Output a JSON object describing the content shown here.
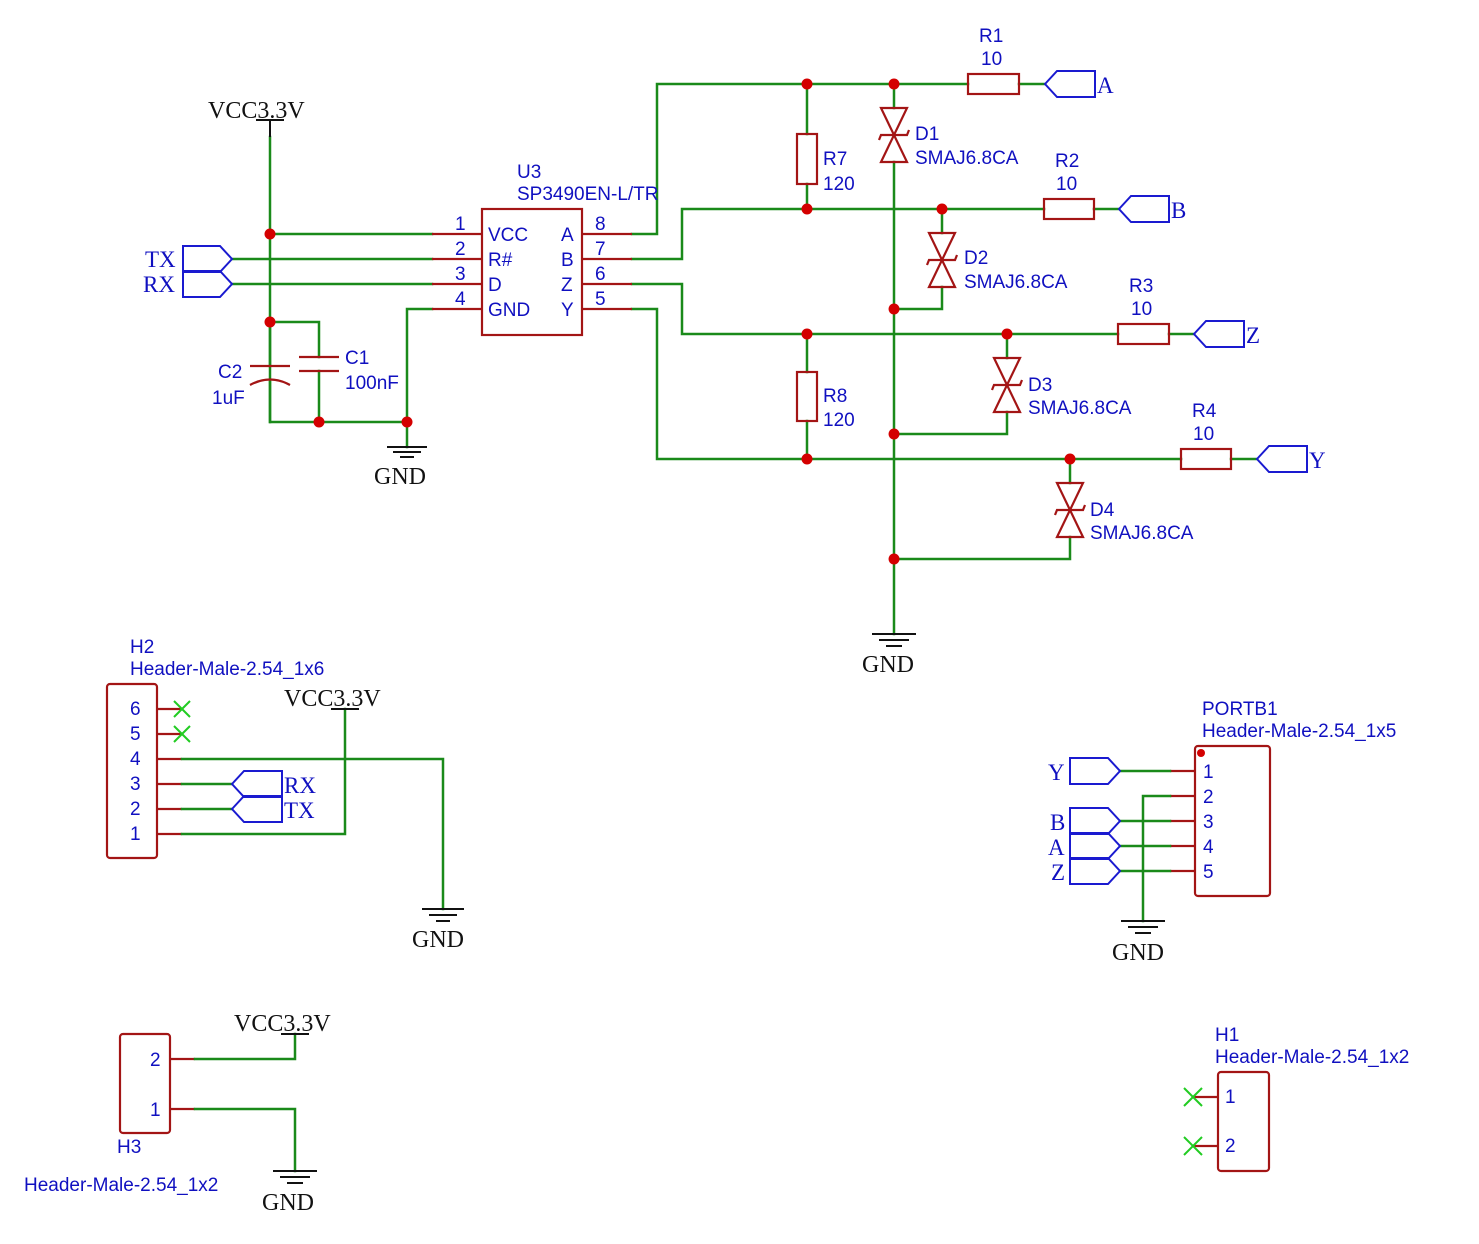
{
  "schematic": {
    "power_labels": {
      "vcc": "VCC3.3V",
      "gnd": "GND"
    },
    "u3": {
      "designator": "U3",
      "part": "SP3490EN-L/TR",
      "left_pins": [
        {
          "num": "1",
          "name": "VCC"
        },
        {
          "num": "2",
          "name": "R#"
        },
        {
          "num": "3",
          "name": "D"
        },
        {
          "num": "4",
          "name": "GND"
        }
      ],
      "right_pins": [
        {
          "num": "8",
          "name": "A"
        },
        {
          "num": "7",
          "name": "B"
        },
        {
          "num": "6",
          "name": "Z"
        },
        {
          "num": "5",
          "name": "Y"
        }
      ]
    },
    "capacitors": {
      "c1": {
        "designator": "C1",
        "value": "100nF"
      },
      "c2": {
        "designator": "C2",
        "value": "1uF"
      }
    },
    "resistors": {
      "r1": {
        "designator": "R1",
        "value": "10"
      },
      "r2": {
        "designator": "R2",
        "value": "10"
      },
      "r3": {
        "designator": "R3",
        "value": "10"
      },
      "r4": {
        "designator": "R4",
        "value": "10"
      },
      "r7": {
        "designator": "R7",
        "value": "120"
      },
      "r8": {
        "designator": "R8",
        "value": "120"
      }
    },
    "diodes": {
      "d1": {
        "designator": "D1",
        "part": "SMAJ6.8CA"
      },
      "d2": {
        "designator": "D2",
        "part": "SMAJ6.8CA"
      },
      "d3": {
        "designator": "D3",
        "part": "SMAJ6.8CA"
      },
      "d4": {
        "designator": "D4",
        "part": "SMAJ6.8CA"
      }
    },
    "net_flags": {
      "tx": "TX",
      "rx": "RX",
      "a": "A",
      "b": "B",
      "z": "Z",
      "y": "Y"
    },
    "h2": {
      "designator": "H2",
      "part": "Header-Male-2.54_1x6",
      "pins": [
        "6",
        "5",
        "4",
        "3",
        "2",
        "1"
      ]
    },
    "h3": {
      "designator": "H3",
      "part": "Header-Male-2.54_1x2",
      "pins": [
        "2",
        "1"
      ]
    },
    "h1": {
      "designator": "H1",
      "part": "Header-Male-2.54_1x2",
      "pins": [
        "1",
        "2"
      ]
    },
    "portb1": {
      "designator": "PORTB1",
      "part": "Header-Male-2.54_1x5",
      "pins": [
        "1",
        "2",
        "3",
        "4",
        "5"
      ]
    },
    "colors": {
      "wire": "#1a8a1a",
      "component": "#a31515",
      "junction": "#d40000",
      "text": "#1010c0",
      "no_connect": "#22cc22",
      "power": "#111111"
    }
  }
}
